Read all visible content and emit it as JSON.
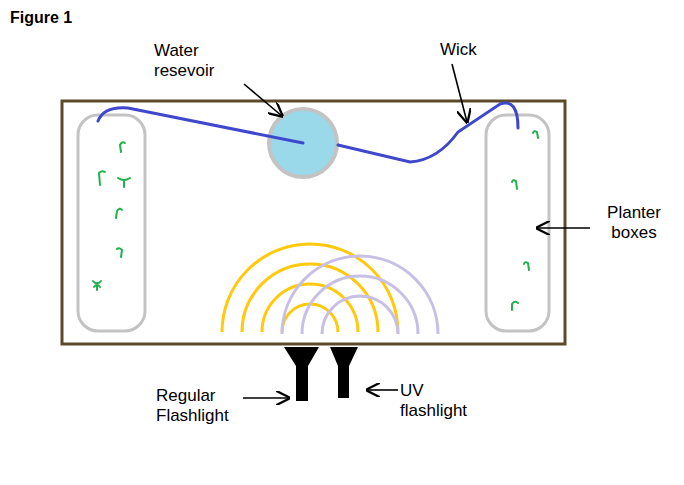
{
  "diagram": {
    "title": "Figure 1",
    "labels": [
      "Water resevoir",
      "Wick",
      "Planter boxes",
      "Regular Flashlight",
      "UV flashlight"
    ]
  }
}
